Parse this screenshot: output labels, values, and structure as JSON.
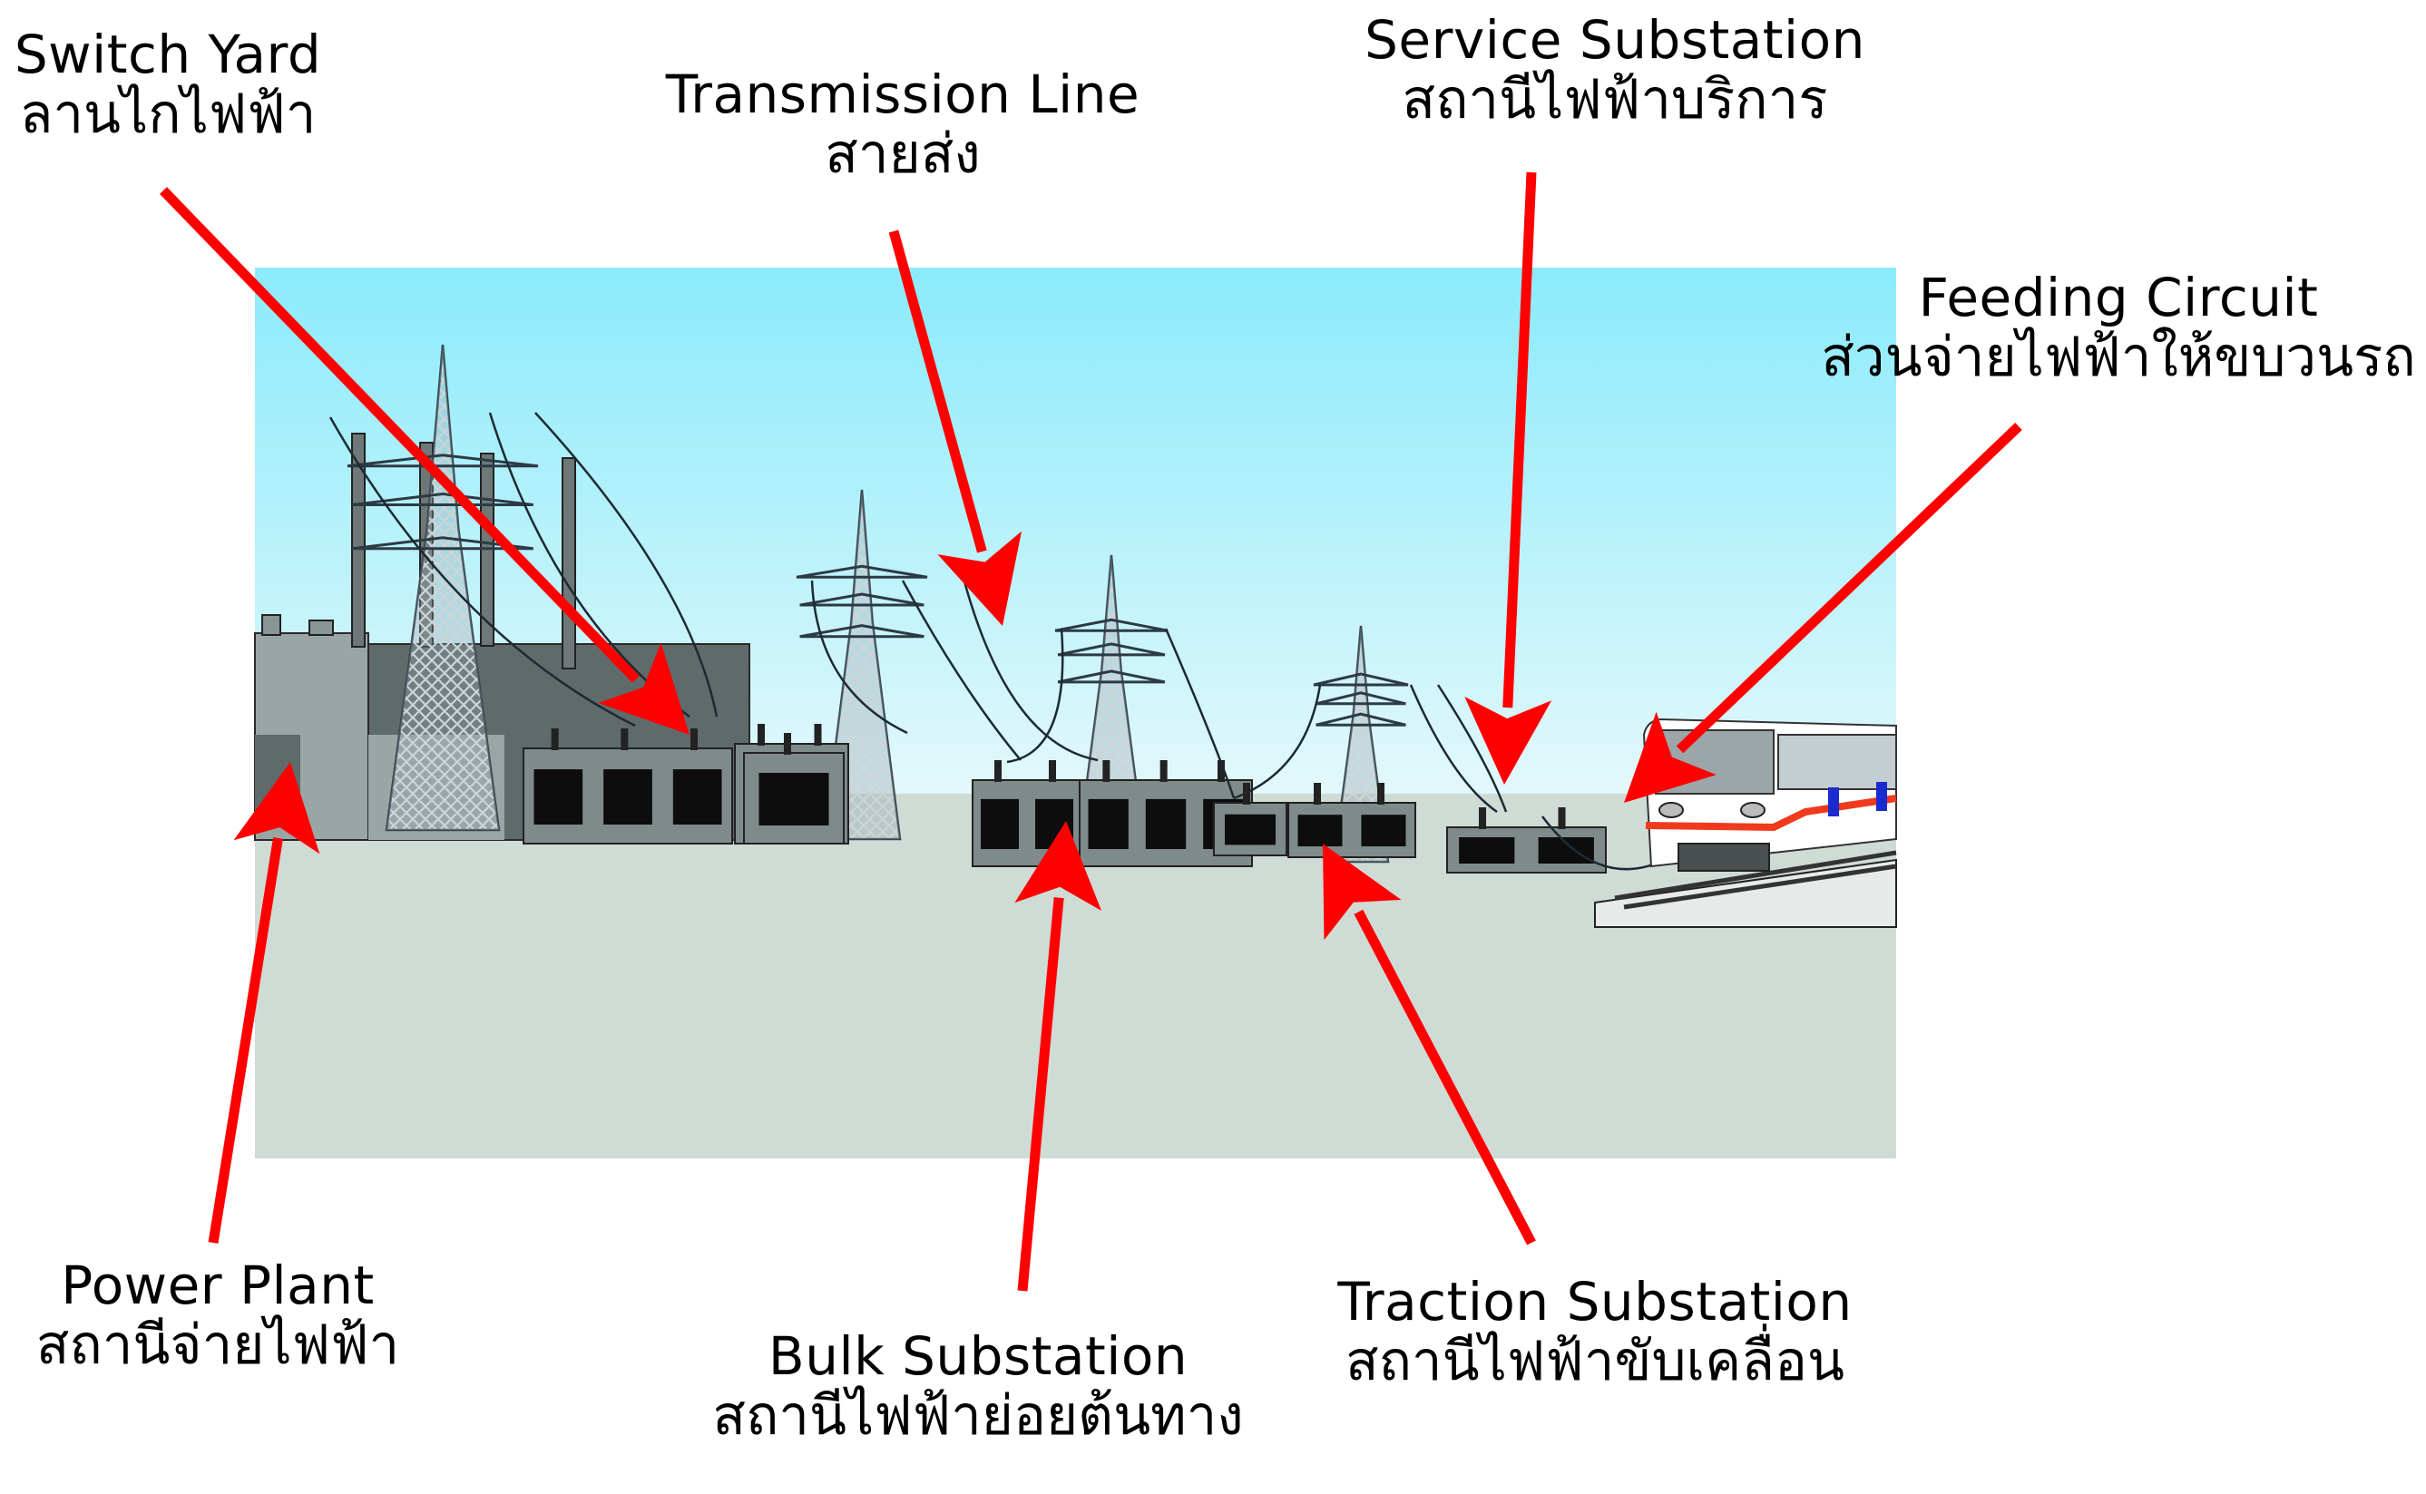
{
  "diagram": {
    "title": "Railway power supply system overview",
    "colors": {
      "sky_top": "#8BEBFB",
      "sky_horizon": "#E3F8FB",
      "ground": "#CFDBD5",
      "arrow": "#FF0000",
      "building_light": "#9AA6A6",
      "building_dark": "#5F6B6B",
      "transformer": "#7F8A8A",
      "tower": "#D8E2E6",
      "train_body": "#FFFFFF",
      "train_stripe_red": "#F03A1E",
      "train_stripe_blue": "#1A2BD0"
    },
    "labels": [
      {
        "id": "switch-yard",
        "en": "Switch Yard",
        "th": "ลานไกไฟฟ้า",
        "points_to": "switchyard transformers"
      },
      {
        "id": "transmission-line",
        "en": "Transmission Line",
        "th": "สายส่ง",
        "points_to": "overhead lines between towers"
      },
      {
        "id": "service-substation",
        "en": "Service Substation",
        "th": "สถานีไฟฟ้าบริการ",
        "points_to": "small substation near track"
      },
      {
        "id": "feeding-circuit",
        "en": "Feeding Circuit",
        "th": "ส่วนจ่ายไฟฟ้าให้ขบวนรถ",
        "points_to": "cable to train"
      },
      {
        "id": "power-plant",
        "en": "Power Plant",
        "th": "สถานีจ่ายไฟฟ้า",
        "points_to": "generating plant building"
      },
      {
        "id": "bulk-substation",
        "en": "Bulk Substation",
        "th": "สถานีไฟฟ้าย่อยต้นทาง",
        "points_to": "first substation group"
      },
      {
        "id": "traction-substation",
        "en": "Traction Substation",
        "th": "สถานีไฟฟ้าขับเคลื่อน",
        "points_to": "second substation group"
      }
    ]
  }
}
